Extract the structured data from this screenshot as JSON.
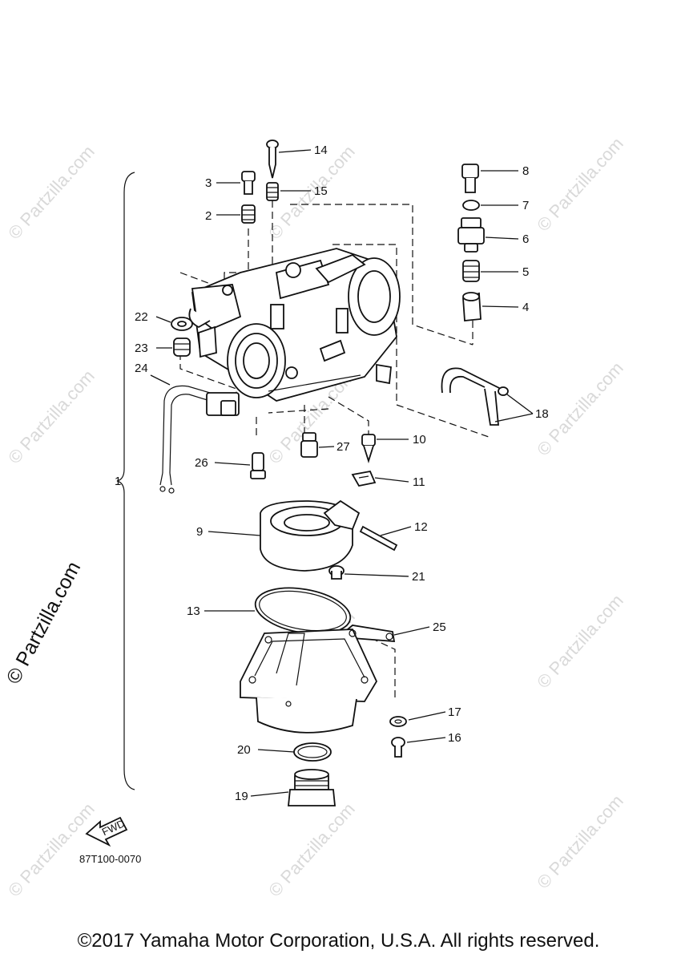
{
  "watermark": "© Partzilla.com",
  "part_callouts": {
    "p1": "1",
    "p2": "2",
    "p3": "3",
    "p4": "4",
    "p5": "5",
    "p6": "6",
    "p7": "7",
    "p8": "8",
    "p9": "9",
    "p10": "10",
    "p11": "11",
    "p12": "12",
    "p13": "13",
    "p14": "14",
    "p15": "15",
    "p16": "16",
    "p17": "17",
    "p18": "18",
    "p19": "19",
    "p20": "20",
    "p21": "21",
    "p22": "22",
    "p23": "23",
    "p24": "24",
    "p25": "25",
    "p26": "26",
    "p27": "27"
  },
  "fwd_label": "FWD",
  "diagram_code": "87T100-0070",
  "copyright": "©2017 Yamaha Motor Corporation, U.S.A. All rights reserved."
}
